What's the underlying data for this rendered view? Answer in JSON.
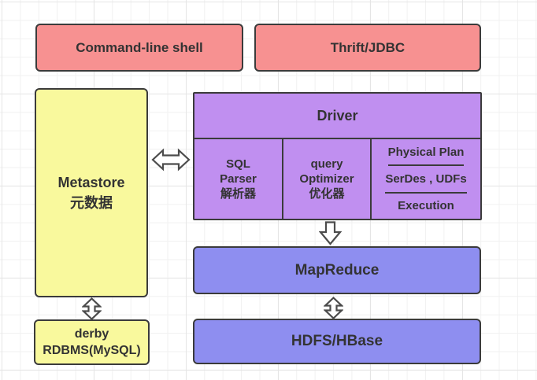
{
  "nodes": {
    "command_line_shell": {
      "label": "Command-line shell"
    },
    "thrift_jdbc": {
      "label": "Thrift/JDBC"
    },
    "metastore": {
      "line1": "Metastore",
      "line2": "元数据"
    },
    "derby": {
      "line1": "derby",
      "line2": "RDBMS(MySQL)"
    },
    "driver": {
      "title": "Driver",
      "sql_parser": {
        "line1": "SQL",
        "line2": "Parser",
        "line3": "解析器"
      },
      "query_optimizer": {
        "line1": "query",
        "line2": "Optimizer",
        "line3": "优化器"
      },
      "physical_plan": "Physical Plan",
      "serdes_udfs": "SerDes , UDFs",
      "execution": "Execution"
    },
    "mapreduce": {
      "label": "MapReduce"
    },
    "hdfs_hbase": {
      "label": "HDFS/HBase"
    }
  },
  "icons": {
    "metastore_driver": "double-headed-horizontal-arrow",
    "driver_mapreduce": "down-arrow",
    "metastore_derby": "double-headed-vertical-arrow",
    "mapreduce_hdfs": "double-headed-vertical-arrow"
  },
  "colors": {
    "pink": "#f79191",
    "yellow": "#f9f99d",
    "purple": "#c08ff0",
    "blue": "#8e8ef0",
    "border": "#3b3b3b",
    "text": "#333333",
    "arrow_outline": "#4c4c4c",
    "grid_line": "#f1f1f1"
  }
}
